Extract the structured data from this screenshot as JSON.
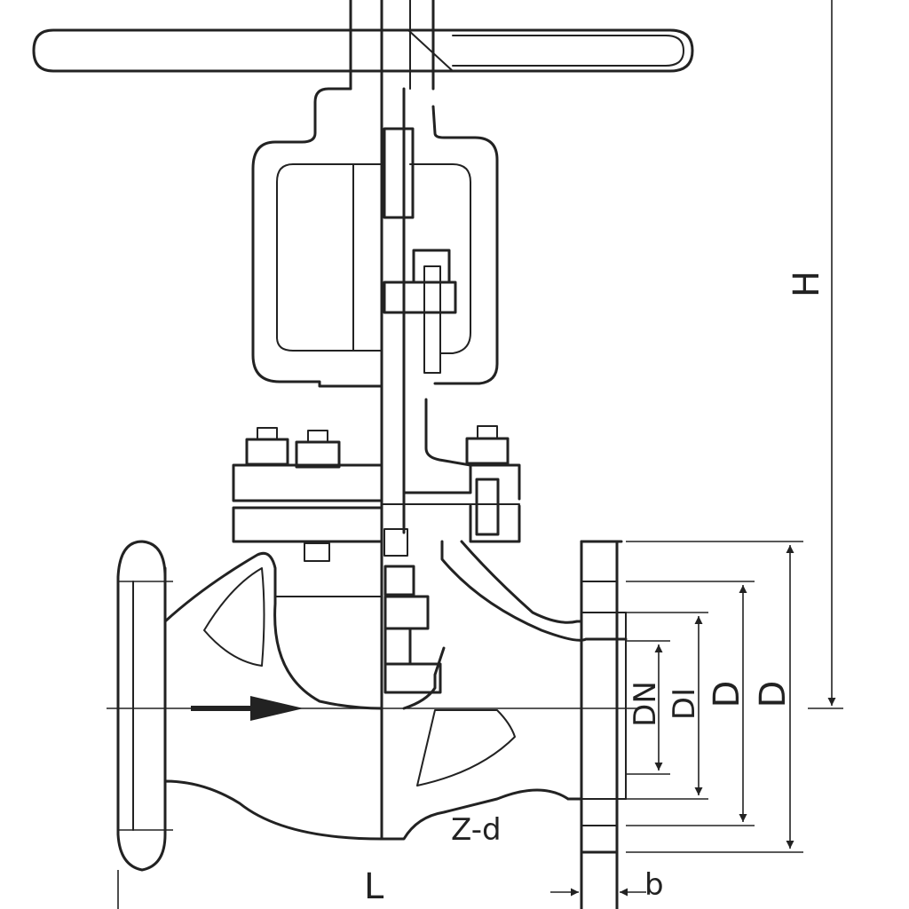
{
  "colors": {
    "line": "#222222",
    "background": "#ffffff"
  },
  "labels": {
    "height": "H",
    "nominal_diameter": "DN",
    "inner_diameter": "DI",
    "bolt_circle_diameter": "D",
    "flange_diameter": "D",
    "bolt_holes": "Z-d",
    "length": "L",
    "flange_thickness": "b"
  },
  "flow_direction": "right"
}
